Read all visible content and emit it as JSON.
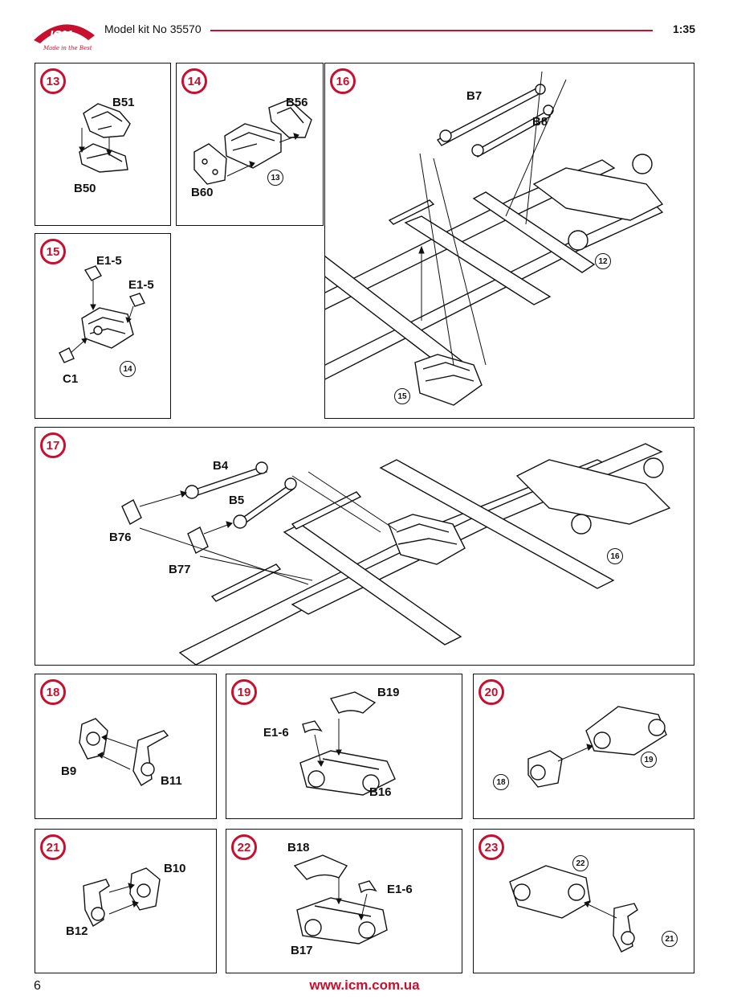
{
  "header": {
    "brand": "ICM",
    "tagline": "Made in the Best",
    "kit_label": "Model kit No 35570",
    "scale": "1:35"
  },
  "colors": {
    "accent": "#c8102e",
    "line": "#111111"
  },
  "steps": {
    "s13": {
      "number": "13",
      "parts": [
        "B51",
        "B50"
      ]
    },
    "s14": {
      "number": "14",
      "parts": [
        "B56",
        "B60"
      ],
      "ref": "13"
    },
    "s15": {
      "number": "15",
      "parts": [
        "E1-5",
        "E1-5",
        "C1"
      ],
      "ref": "14"
    },
    "s16": {
      "number": "16",
      "parts": [
        "B7",
        "B8"
      ],
      "refs": [
        "12",
        "15"
      ]
    },
    "s17": {
      "number": "17",
      "parts": [
        "B4",
        "B5",
        "B76",
        "B77"
      ],
      "ref": "16"
    },
    "s18": {
      "number": "18",
      "parts": [
        "B9",
        "B11"
      ]
    },
    "s19": {
      "number": "19",
      "parts": [
        "B19",
        "E1-6",
        "B16"
      ]
    },
    "s20": {
      "number": "20",
      "refs": [
        "19",
        "18"
      ]
    },
    "s21": {
      "number": "21",
      "parts": [
        "B10",
        "B12"
      ]
    },
    "s22": {
      "number": "22",
      "parts": [
        "B18",
        "E1-6",
        "B17"
      ]
    },
    "s23": {
      "number": "23",
      "refs": [
        "22",
        "21"
      ]
    }
  },
  "footer": {
    "page": "6",
    "url": "www.icm.com.ua"
  }
}
